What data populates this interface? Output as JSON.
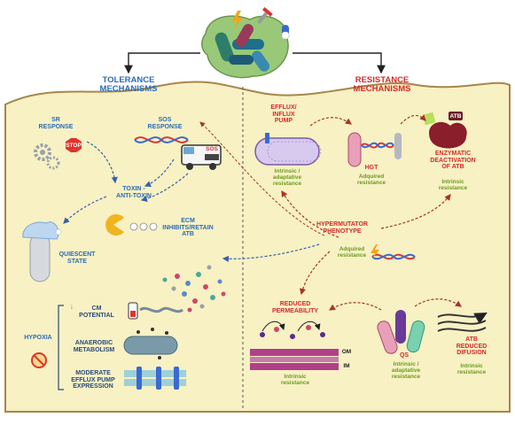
{
  "headers": {
    "tolerance": "TOLERANCE\nMECHANISMS",
    "resistance": "RESISTANCE\nMECHANISMS"
  },
  "tolerance": {
    "sr_response": "SR\nRESPONSE",
    "stop_sign": "STOP",
    "sos_response": "SOS\nRESPONSE",
    "sos_van": "SOS",
    "toxin_antitoxin": "TOXIN -\nANTI-TOXIN",
    "quiescent_state": "QUIESCENT\nSTATE",
    "ecm": "ECM\nINHIBITS/RETAIN\nATB",
    "hypoxia": "HYPOXIA",
    "cm_potential": "CM\nPOTENTIAL",
    "cm_arrow": "↓",
    "anaerobic": "ANAEROBIC\nMETABOLISM",
    "efflux_pump_expression": "MODERATE\nEFFLUX PUMP\nEXPRESSION"
  },
  "resistance": {
    "efflux": "EFFLUX/\nINFLUX\nPUMP",
    "efflux_type": "Intrinsic /\nadaptative\nresistance",
    "hgt": "HGT",
    "hgt_type": "Adquired\nresistance",
    "enzymatic": "ENZYMATIC\nDEACTIVATION\nOF ATB",
    "enzymatic_type": "Intrinsic\nresistance",
    "atb_tag": "ATB",
    "hypermutator": "HYPERMUTATOR\nPHENOTYPE",
    "hypermutator_type": "Adquired\nresistance",
    "permeability": "REDUCED\nPERMEABILITY",
    "permeability_type": "Intrinsic\nresistance",
    "om": "OM",
    "im": "IM",
    "qs": "QS",
    "qs_type": "Intrinsic /\nadaptative\nresistance",
    "diffusion": "ATB\nREDUCED\nDIFUSION",
    "diffusion_type": "Intrinsic\nresistance"
  },
  "colors": {
    "background": "#f7f1c4",
    "border": "#a8864a",
    "tolerance_text": "#2b6cb8",
    "resistance_text": "#d42a2a",
    "type_text": "#6a9a1f",
    "biofilm": "#8fc46a"
  }
}
